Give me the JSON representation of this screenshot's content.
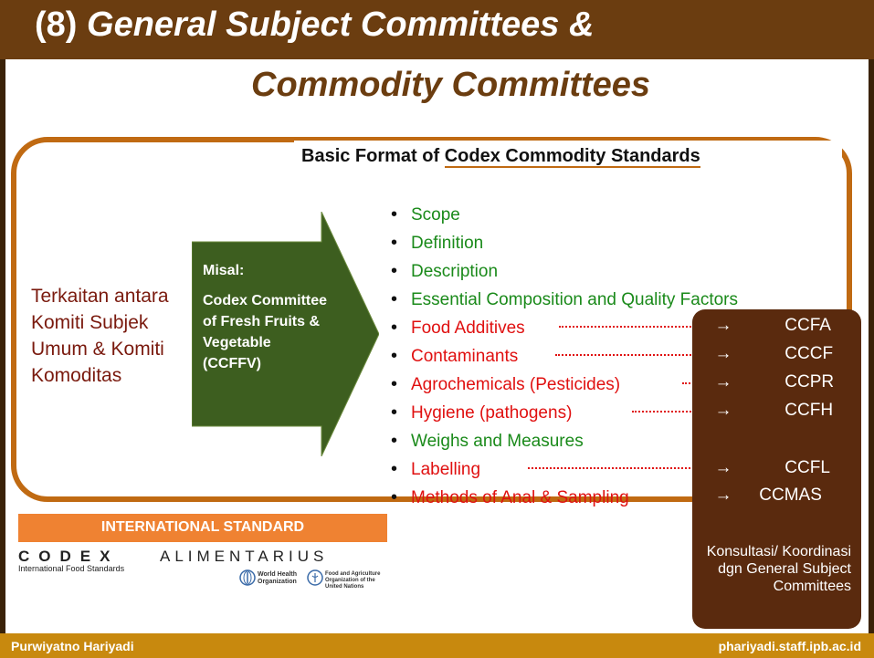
{
  "title": {
    "number": "(8)",
    "line1": "General Subject Committees &",
    "line2": "Commodity Committees"
  },
  "header": {
    "prefix": "Basic Format of ",
    "underlined": "Codex Commodity Standards"
  },
  "left_text": "Terkaitan antara Komiti Subjek Umum & Komiti Komoditas",
  "arrow": {
    "misal": "Misal:",
    "body": "Codex Committee of Fresh Fruits & Vegetable (CCFFV)"
  },
  "bullets": [
    {
      "text": "Scope",
      "color": "#1a8a1a"
    },
    {
      "text": "Definition",
      "color": "#1a8a1a"
    },
    {
      "text": "Description",
      "color": "#1a8a1a"
    },
    {
      "text": "Essential Composition and Quality Factors",
      "color": "#1a8a1a"
    },
    {
      "text": "Food Additives",
      "color": "#e01010"
    },
    {
      "text": "Contaminants",
      "color": "#e01010"
    },
    {
      "text": "Agrochemicals (Pesticides)",
      "color": "#e01010"
    },
    {
      "text": "Hygiene (pathogens)",
      "color": "#e01010"
    },
    {
      "text": "Weighs and Measures",
      "color": "#1a8a1a"
    },
    {
      "text": "Labelling",
      "color": "#e01010"
    },
    {
      "text": "Methods of Anal & Sampling",
      "color": "#e01010"
    }
  ],
  "committees": [
    {
      "arrow": "→",
      "code": "CCFA"
    },
    {
      "arrow": "→",
      "code": "CCCF"
    },
    {
      "arrow": "→",
      "code": "CCPR"
    },
    {
      "arrow": "→",
      "code": "CCFH"
    },
    {
      "arrow": "→",
      "code": "CCFL"
    },
    {
      "arrow": "→",
      "code": "CCMAS"
    }
  ],
  "konsultasi": "Konsultasi/ Koordinasi dgn General Subject Committees",
  "codex_logo": {
    "banner": "INTERNATIONAL STANDARD",
    "codex": "CODEX",
    "alimentarius": "ALIMENTARIUS",
    "subtitle": "International Food Standards",
    "who": "World Health Organization",
    "fao": "Food and Agriculture Organization of the United Nations"
  },
  "footer": {
    "author": "Purwiyatno Hariyadi",
    "site": "phariyadi.staff.ipb.ac.id"
  },
  "colors": {
    "title_bar": "#6b3d10",
    "frame_accent": "#c06a12",
    "arrow_fill": "#3d5e1f",
    "panel": "#5a2a0e",
    "footer_bar": "#c8890e",
    "banner": "#ef8232"
  }
}
